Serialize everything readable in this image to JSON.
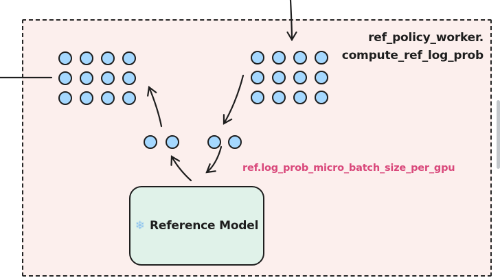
{
  "diagram": {
    "panel": {
      "background": "#fcefed",
      "border_color": "#232323"
    },
    "labels": {
      "worker_line1": "ref_policy_worker.",
      "worker_line2": "compute_ref_log_prob",
      "worker_color": "#1e1e1e",
      "micro_batch": "ref.log_prob_micro_batch_size_per_gpu",
      "micro_batch_color": "#d9487b"
    },
    "reference_model": {
      "label": "Reference Model",
      "icon": "snowflake",
      "icon_glyph": "❄",
      "icon_color": "#8cc2ee",
      "fill": "#e0f2e9"
    },
    "batches": {
      "circle_fill": "#a5d8ff",
      "circle_stroke": "#1e1e1e",
      "left_grid": {
        "rows": 3,
        "cols": 4
      },
      "right_grid": {
        "rows": 3,
        "cols": 4
      },
      "left_pair": {
        "rows": 1,
        "cols": 2
      },
      "right_pair": {
        "rows": 1,
        "cols": 2
      }
    }
  },
  "scrollbar": {
    "thumb_color": "#c3c7cb"
  }
}
